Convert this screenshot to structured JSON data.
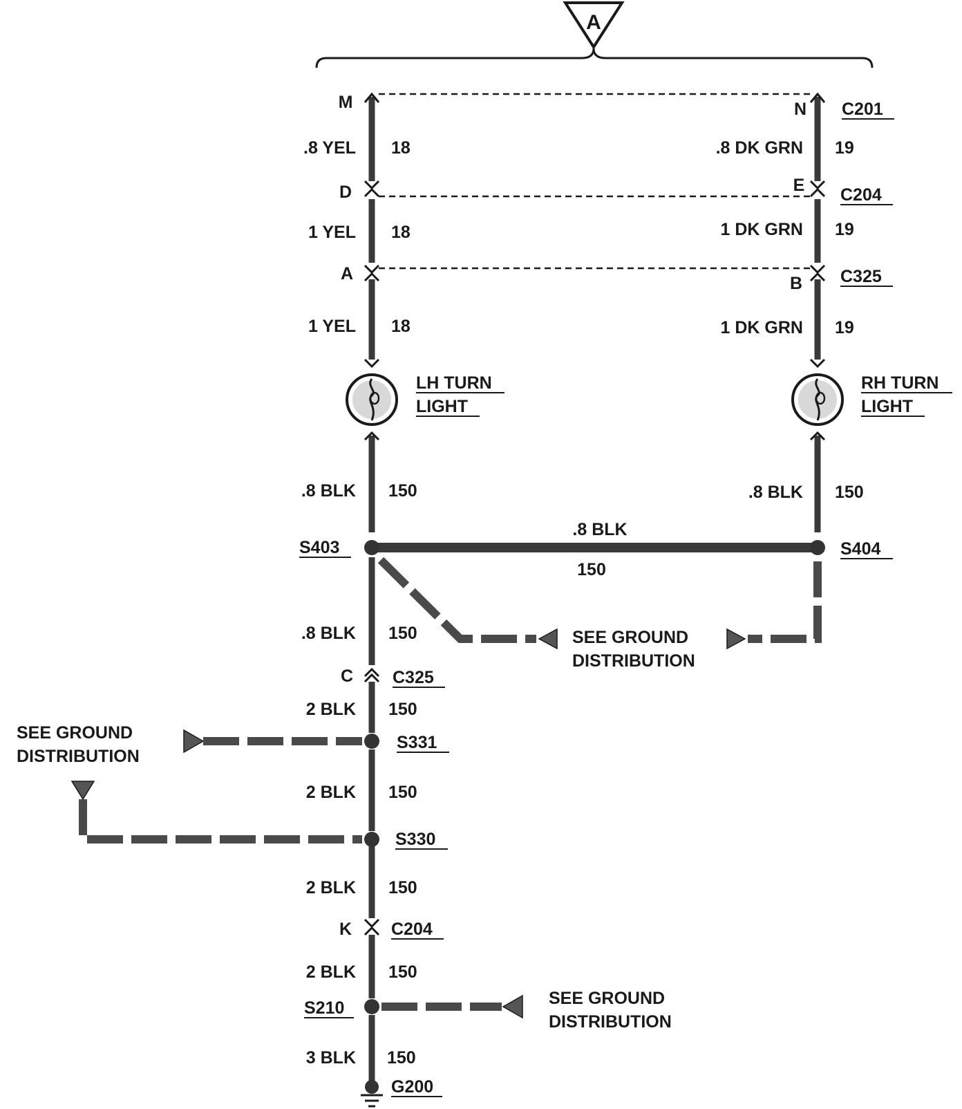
{
  "top_marker": "A",
  "connectors": {
    "left_pin_c201": "M",
    "right_pin_c201": "N",
    "c201": "C201",
    "left_pin_c204": "D",
    "right_pin_c204": "E",
    "c204": "C204",
    "left_pin_c325": "A",
    "right_pin_c325": "B",
    "c325": "C325",
    "ground_c325_pin": "C",
    "ground_c325": "C325",
    "ground_c204_pin": "K",
    "ground_c204": "C204"
  },
  "left_wires": [
    {
      "label": ".8 YEL",
      "circuit": "18"
    },
    {
      "label": "1 YEL",
      "circuit": "18"
    },
    {
      "label": "1 YEL",
      "circuit": "18"
    },
    {
      "label": ".8 BLK",
      "circuit": "150"
    }
  ],
  "right_wires": [
    {
      "label": ".8 DK GRN",
      "circuit": "19"
    },
    {
      "label": "1 DK GRN",
      "circuit": "19"
    },
    {
      "label": "1 DK GRN",
      "circuit": "19"
    },
    {
      "label": ".8 BLK",
      "circuit": "150"
    }
  ],
  "lamps": {
    "lh_line1": "LH TURN",
    "lh_line2": "LIGHT",
    "rh_line1": "RH TURN",
    "rh_line2": "LIGHT"
  },
  "splices": {
    "s403": "S403",
    "s404": "S404",
    "s331": "S331",
    "s330": "S330",
    "s210": "S210"
  },
  "cross_wire": {
    "label": ".8 BLK",
    "circuit": "150"
  },
  "ground_wires": [
    {
      "label": ".8 BLK",
      "circuit": "150"
    },
    {
      "label": "2 BLK",
      "circuit": "150"
    },
    {
      "label": "2 BLK",
      "circuit": "150"
    },
    {
      "label": "2 BLK",
      "circuit": "150"
    },
    {
      "label": "2 BLK",
      "circuit": "150"
    },
    {
      "label": "3 BLK",
      "circuit": "150"
    }
  ],
  "ground": "G200",
  "see_ground": {
    "right_line1": "SEE GROUND",
    "right_line2": "DISTRIBUTION",
    "left_line1": "SEE GROUND",
    "left_line2": "DISTRIBUTION",
    "bottom_line1": "SEE GROUND",
    "bottom_line2": "DISTRIBUTION"
  }
}
